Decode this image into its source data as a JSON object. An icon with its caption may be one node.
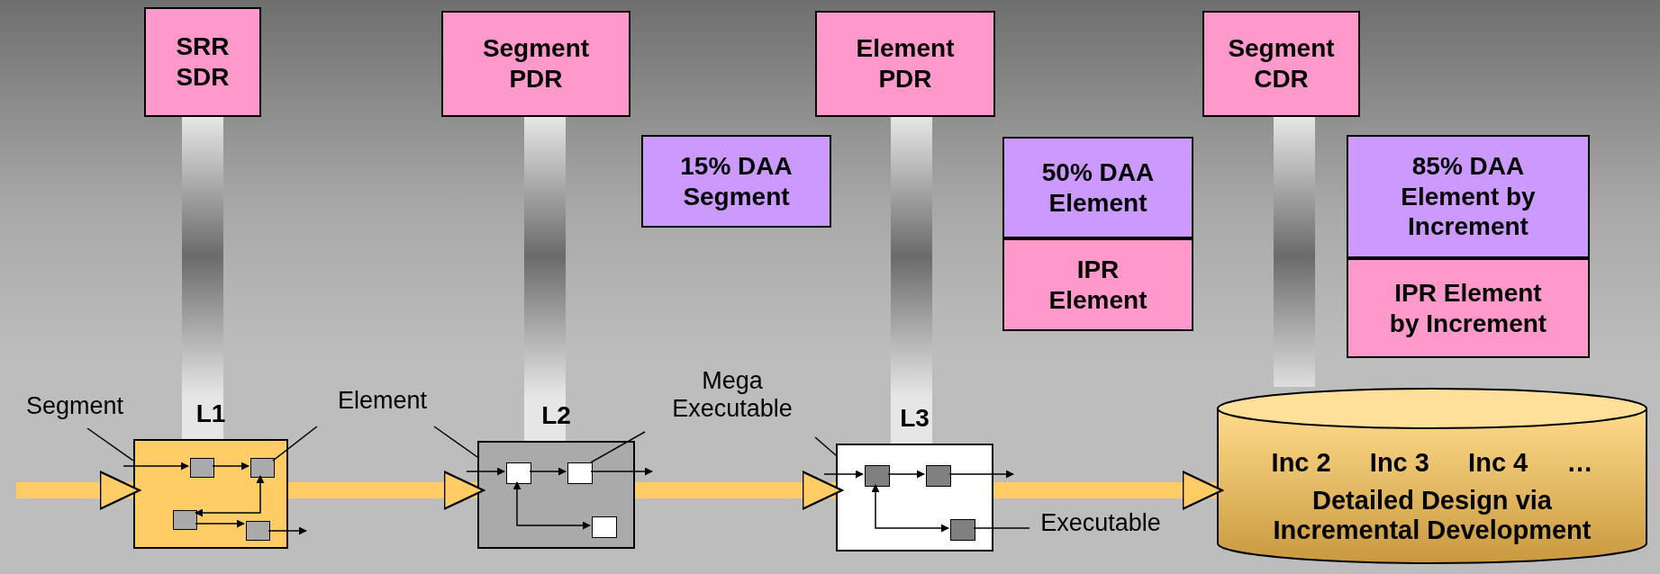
{
  "diagram": {
    "nodes": [
      {
        "text": [
          "SRR SDR"
        ]
      },
      {
        "text": [
          "Segment PDR"
        ]
      },
      {
        "text": [
          "Element PDR"
        ]
      },
      {
        "text": [
          "Segment CDR"
        ]
      },
      {
        "text": [
          "15% DAA Segment"
        ]
      },
      {
        "text": [
          "50% DAA Element"
        ]
      },
      {
        "text": [
          "IPR Element"
        ]
      },
      {
        "text": [
          "85% DAA Element by Increment"
        ]
      },
      {
        "text": [
          "IPR Element by Increment"
        ]
      },
      {
        "text": [
          "L1"
        ]
      },
      {
        "text": [],
        "shape": "box",
        "in": 9
      },
      {
        "text": [],
        "shape": "box",
        "in": 9
      },
      {
        "text": [],
        "shape": "box",
        "in": 9
      },
      {
        "text": [],
        "shape": "box",
        "in": 9
      },
      {
        "text": [
          "L2"
        ]
      },
      {
        "text": [],
        "shape": "box",
        "in": 14
      },
      {
        "text": [],
        "shape": "box",
        "in": 14
      },
      {
        "text": [],
        "shape": "box",
        "in": 14
      },
      {
        "text": [
          "L3"
        ]
      },
      {
        "text": [],
        "shape": "box",
        "in": 18
      },
      {
        "text": [],
        "shape": "box",
        "in": 18
      },
      {
        "text": [],
        "shape": "box",
        "in": 18
      },
      {
        "text": [
          "Inc 2",
          "Inc 3",
          "Inc 4",
          "…",
          "Detailed Design via Incremental Development"
        ]
      },
      {
        "text": [
          "Segment"
        ]
      },
      {
        "text": [
          "Element"
        ]
      },
      {
        "text": [
          "Mega Executable"
        ]
      },
      {
        "text": [
          "Executable"
        ]
      }
    ],
    "edges": [
      {
        "from": 0,
        "to": 9,
        "arrow": "none",
        "style": "thick",
        "color": "#d8d8d8"
      },
      {
        "from": 1,
        "to": 14,
        "arrow": "none",
        "style": "thick",
        "color": "#d8d8d8"
      },
      {
        "from": 2,
        "to": 18,
        "arrow": "none",
        "style": "thick",
        "color": "#d8d8d8"
      },
      {
        "from": 3,
        "to": 22,
        "arrow": "none",
        "style": "thick",
        "color": "#d8d8d8"
      },
      {
        "from": null,
        "to": 9,
        "arrow": "to",
        "style": "thick",
        "color": "#ffcc66"
      },
      {
        "from": 9,
        "to": 14,
        "arrow": "to",
        "style": "thick",
        "color": "#ffcc66"
      },
      {
        "from": 14,
        "to": 18,
        "arrow": "to",
        "style": "thick",
        "color": "#ffcc66"
      },
      {
        "from": 18,
        "to": 22,
        "arrow": "to",
        "style": "thick",
        "color": "#ffcc66"
      },
      {
        "from": null,
        "to": 10,
        "arrow": "to"
      },
      {
        "from": 10,
        "to": 11,
        "arrow": "to"
      },
      {
        "from": 12,
        "to": 11,
        "arrow": "both"
      },
      {
        "from": 12,
        "to": 13,
        "arrow": "to"
      },
      {
        "from": 13,
        "to": null,
        "arrow": "to"
      },
      {
        "from": null,
        "to": 15,
        "arrow": "to"
      },
      {
        "from": 15,
        "to": 16,
        "arrow": "to"
      },
      {
        "from": 16,
        "to": null,
        "arrow": "to"
      },
      {
        "from": 15,
        "to": 17,
        "arrow": "both"
      },
      {
        "from": null,
        "to": 19,
        "arrow": "to"
      },
      {
        "from": 19,
        "to": 20,
        "arrow": "to"
      },
      {
        "from": 20,
        "to": null,
        "arrow": "to"
      },
      {
        "from": 19,
        "to": 21,
        "arrow": "both"
      },
      {
        "from": 23,
        "to": 9,
        "arrow": "none"
      },
      {
        "from": 24,
        "to": 11,
        "arrow": "none"
      },
      {
        "from": 24,
        "to": 14,
        "arrow": "none"
      },
      {
        "from": 25,
        "to": 16,
        "arrow": "none"
      },
      {
        "from": 25,
        "to": 18,
        "arrow": "none"
      },
      {
        "from": 26,
        "to": 21,
        "arrow": "none"
      }
    ]
  }
}
